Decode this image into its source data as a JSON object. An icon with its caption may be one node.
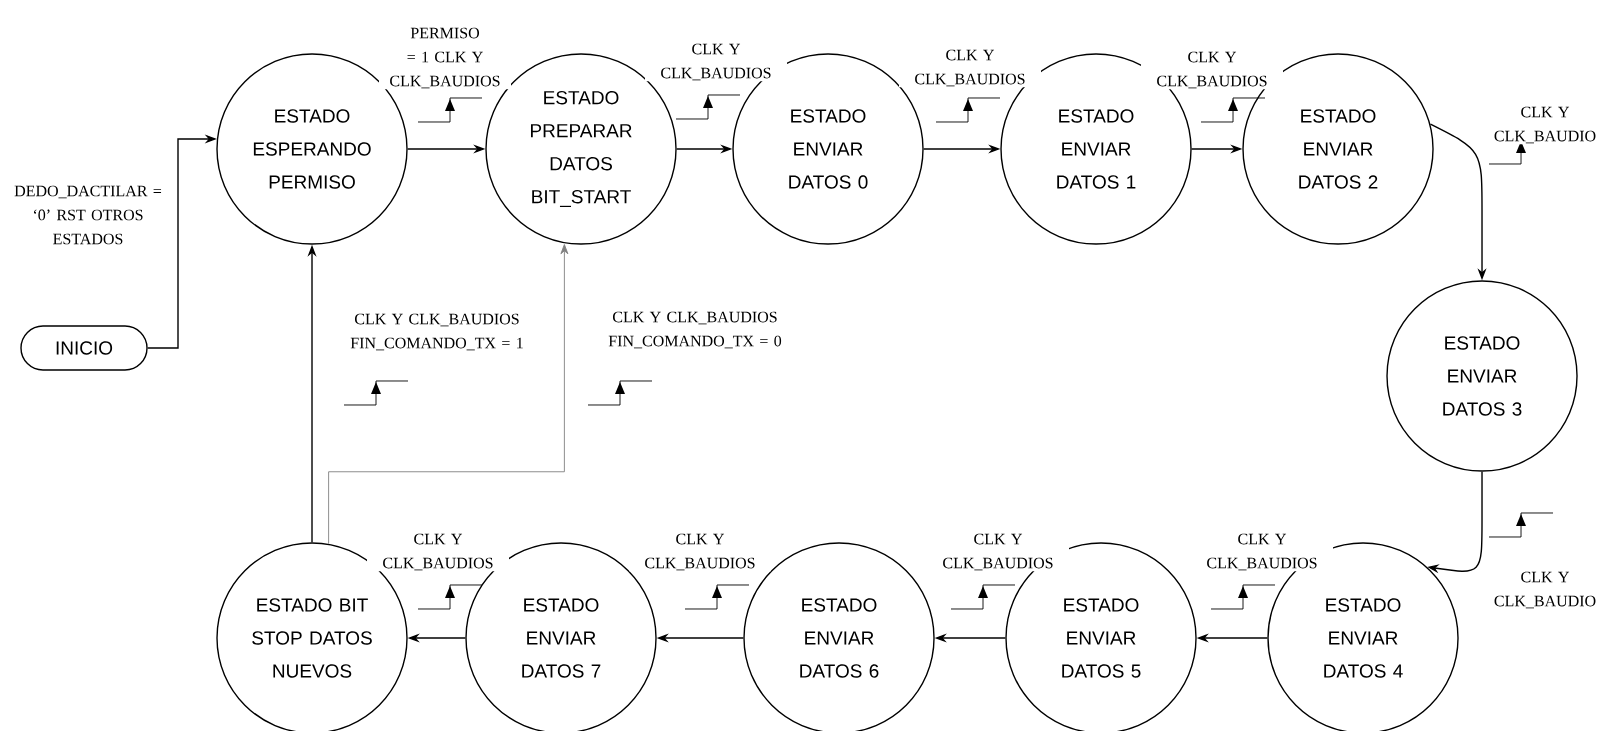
{
  "diagram": {
    "nodes": [
      {
        "text": [
          "INICIO"
        ]
      },
      {
        "text": [
          "ESTADO ESPERANDO PERMISO"
        ]
      },
      {
        "text": [
          "ESTADO PREPARAR DATOS BIT_START"
        ]
      },
      {
        "text": [
          "ESTADO ENVIAR DATOS 0"
        ]
      },
      {
        "text": [
          "ESTADO ENVIAR DATOS 1"
        ]
      },
      {
        "text": [
          "ESTADO ENVIAR DATOS 2"
        ]
      },
      {
        "text": [
          "ESTADO ENVIAR DATOS 3"
        ]
      },
      {
        "text": [
          "ESTADO ENVIAR DATOS 4"
        ]
      },
      {
        "text": [
          "ESTADO ENVIAR DATOS 5"
        ]
      },
      {
        "text": [
          "ESTADO ENVIAR DATOS 6"
        ]
      },
      {
        "text": [
          "ESTADO ENVIAR DATOS 7"
        ]
      },
      {
        "text": [
          "ESTADO BIT STOP DATOS NUEVOS"
        ]
      }
    ],
    "edges": [
      {
        "from": 0,
        "to": 1,
        "arrow": "to",
        "label": "DEDO_DACTILAR = ‘0’ RST OTROS ESTADOS"
      },
      {
        "from": 1,
        "to": 2,
        "arrow": "to",
        "label": "PERMISO = 1 CLK Y CLK_BAUDIOS"
      },
      {
        "from": 2,
        "to": 3,
        "arrow": "to",
        "label": "CLK Y CLK_BAUDIOS"
      },
      {
        "from": 3,
        "to": 4,
        "arrow": "to",
        "label": "CLK Y CLK_BAUDIOS"
      },
      {
        "from": 4,
        "to": 5,
        "arrow": "to",
        "label": "CLK Y CLK_BAUDIOS"
      },
      {
        "from": 5,
        "to": 6,
        "arrow": "to",
        "label": "CLK Y CLK_BAUDIO"
      },
      {
        "from": 6,
        "to": 7,
        "arrow": "to",
        "label": "CLK Y CLK_BAUDIO"
      },
      {
        "from": 7,
        "to": 8,
        "arrow": "to",
        "label": "CLK Y CLK_BAUDIOS"
      },
      {
        "from": 8,
        "to": 9,
        "arrow": "to",
        "label": "CLK Y CLK_BAUDIOS"
      },
      {
        "from": 9,
        "to": 10,
        "arrow": "to",
        "label": "CLK Y CLK_BAUDIOS"
      },
      {
        "from": 10,
        "to": 11,
        "arrow": "to",
        "label": "CLK Y CLK_BAUDIOS"
      },
      {
        "from": 11,
        "to": 1,
        "arrow": "to",
        "label": "CLK Y CLK_BAUDIOS FIN_COMANDO_TX = 1"
      },
      {
        "from": 11,
        "to": 2,
        "arrow": "to",
        "color": "#808080",
        "label": "CLK Y CLK_BAUDIOS FIN_COMANDO_TX = 0"
      }
    ]
  }
}
